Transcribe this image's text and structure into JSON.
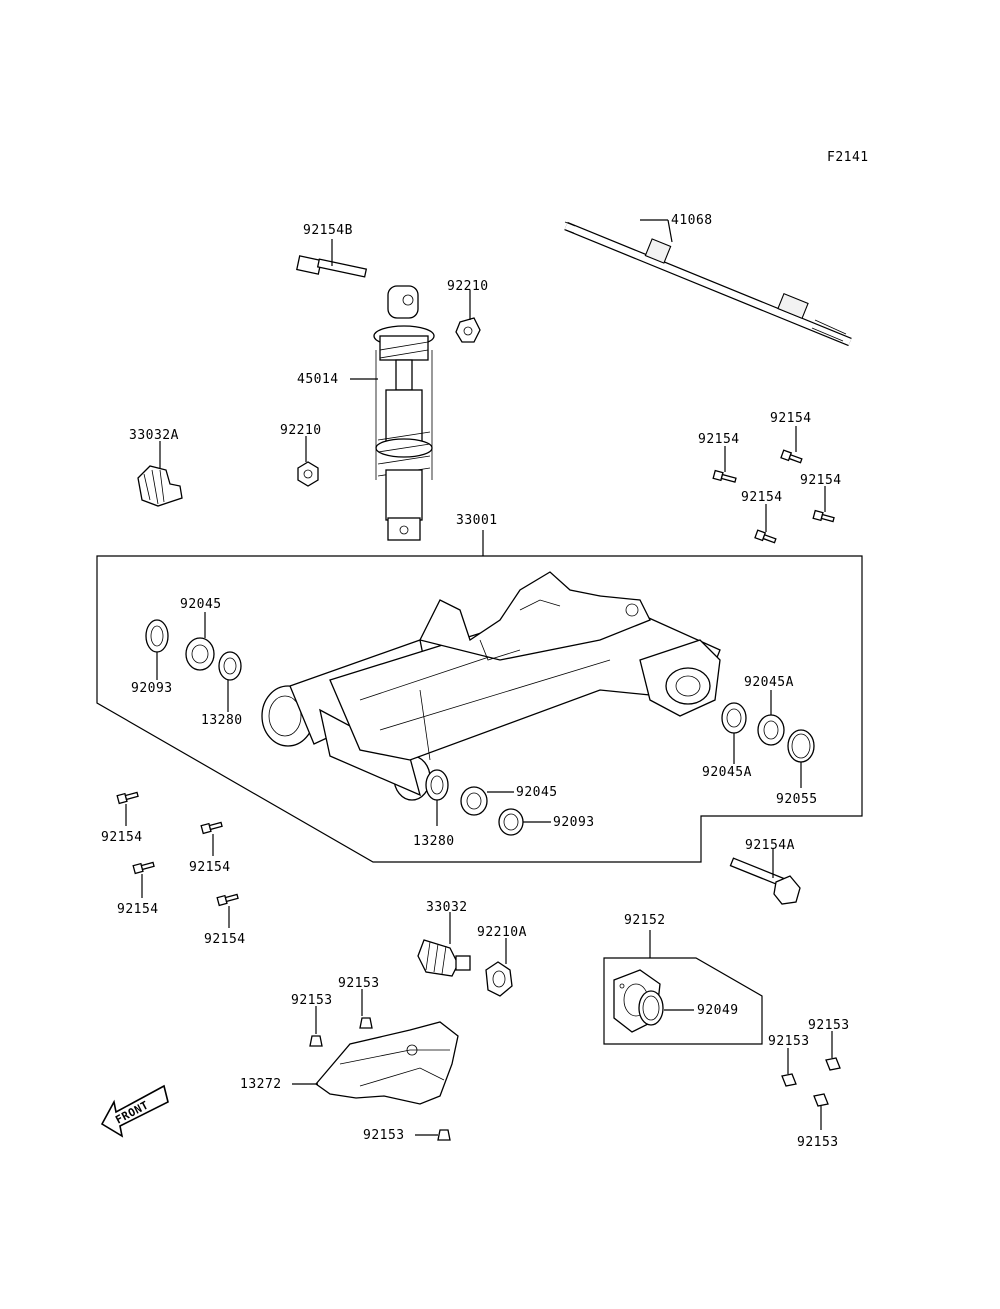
{
  "figure_code": "F2141",
  "front_label": "FRONT",
  "callouts": {
    "c41068": "41068",
    "c92154B": "92154B",
    "c92210a": "92210",
    "c45014": "45014",
    "c92210b": "92210",
    "c33032A": "33032A",
    "c33001": "33001",
    "c92154_r1": "92154",
    "c92154_r2": "92154",
    "c92154_r3": "92154",
    "c92154_r4": "92154",
    "c92045_l": "92045",
    "c92093_l": "92093",
    "c13280_l": "13280",
    "c92045A_t": "92045A",
    "c92045A_b": "92045A",
    "c92055": "92055",
    "c92045_c": "92045",
    "c92093_c": "92093",
    "c13280_c": "13280",
    "c92154_l1": "92154",
    "c92154_l2": "92154",
    "c92154_l3": "92154",
    "c92154_l4": "92154",
    "c92154A": "92154A",
    "c33032": "33032",
    "c92210A": "92210A",
    "c92152": "92152",
    "c92049": "92049",
    "c92153_a": "92153",
    "c92153_b": "92153",
    "c13272": "13272",
    "c92153_c": "92153",
    "c92153_d": "92153",
    "c92153_e": "92153",
    "c92153_f": "92153"
  }
}
